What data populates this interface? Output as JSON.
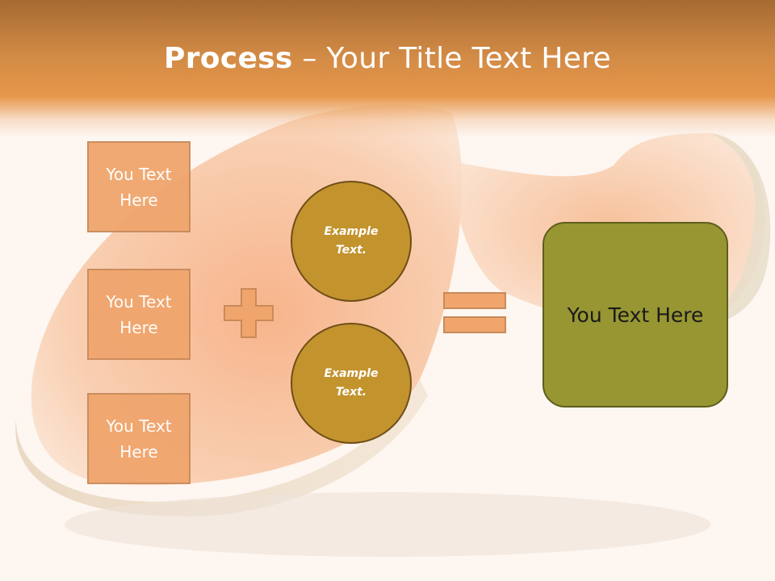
{
  "slide": {
    "title_strong": "Process",
    "title_dash": " – ",
    "title_rest": "Your Title Text Here",
    "boxes": [
      {
        "label": "You Text\nHere"
      },
      {
        "label": "You Text\nHere"
      },
      {
        "label": "You Text\nHere"
      }
    ],
    "circles": [
      {
        "label": "Example\nText."
      },
      {
        "label": "Example\nText."
      }
    ],
    "result": {
      "label": "You Text Here"
    }
  },
  "icons": {
    "plus": "plus-icon",
    "equals": "equals-icon"
  },
  "colors": {
    "header": "#d18a45",
    "box_fill": "#f0a56d",
    "circle_fill": "#c3932e",
    "result_fill": "#979632"
  }
}
